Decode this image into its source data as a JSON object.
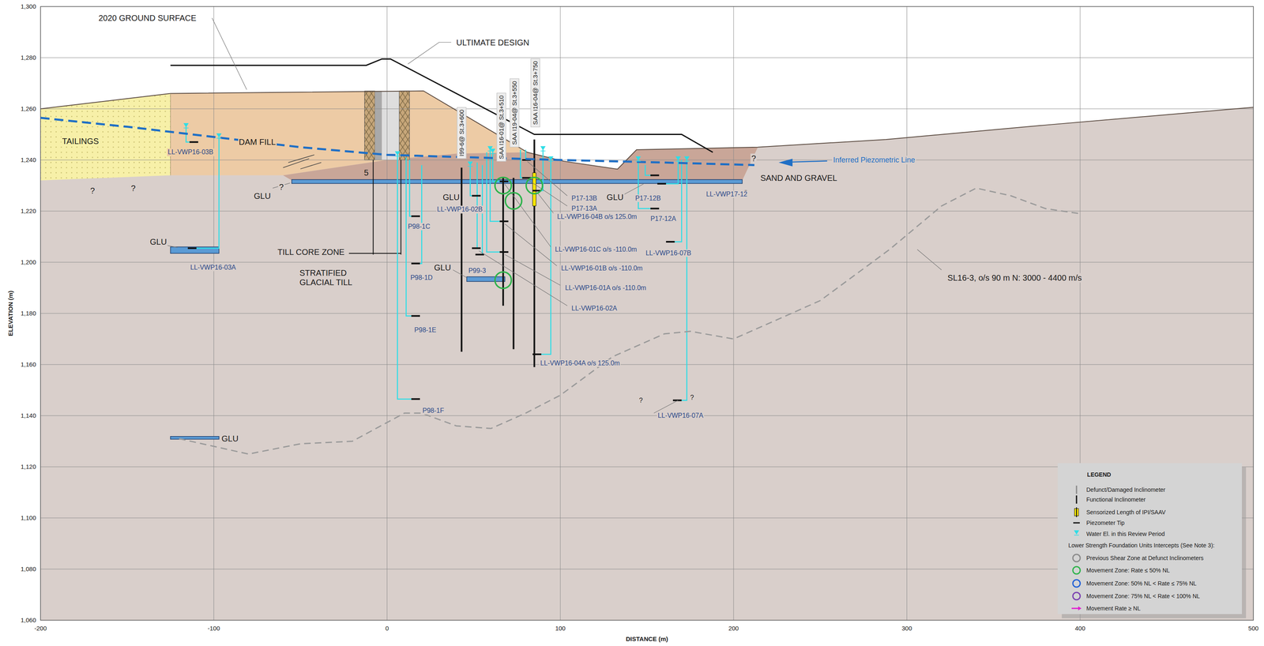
{
  "diagram": {
    "labels": [
      "1,300",
      "1,280",
      "1,260",
      "1,240",
      "1,220",
      "1,200",
      "1,180",
      "1,160",
      "1,140",
      "1,120",
      "1,100",
      "1,080",
      "1,060",
      "-200",
      "-100",
      "0",
      "100",
      "200",
      "300",
      "400",
      "500",
      "ELEVATION (m)",
      "DISTANCE (m)",
      "2020 GROUND SURFACE",
      "ULTIMATE DESIGN",
      "TAILINGS",
      "DAM FILL",
      "?",
      "?",
      "?",
      "GLU",
      "5",
      "GLU",
      "GLU",
      "GLU",
      "GLU",
      "GLU",
      "?",
      "?",
      "SAND AND GRAVEL",
      "Inferred Piezometric Line",
      "TILL CORE ZONE",
      "STRATIFIED GLACIAL TILL",
      "SL16-3, o/s 90 m N: 3000 - 4400 m/s",
      "I99-6@ St.3+600",
      "SAA I16-01@ St.3+510",
      "SAA I19-04@ St.3+550",
      "SAA I16-04@ St.3+750",
      "LL-VWP16-03B",
      "LL-VWP16-03A",
      "LL-VWP16-02B",
      "P98-1C",
      "P98-1D",
      "P98-1E",
      "P98-1F",
      "P99-3",
      "P17-13B",
      "P17-13A",
      "LL-VWP16-04B o/s 125.0m",
      "LL-VWP16-01C o/s -110.0m",
      "LL-VWP16-01B o/s -110.0m",
      "LL-VWP16-01A o/s -110.0m",
      "LL-VWP16-02A",
      "LL-VWP16-04A o/s 125.0m",
      "P17-12B",
      "P17-12A",
      "LL-VWP17-12",
      "LL-VWP16-07B",
      "LL-VWP16-07A",
      "?",
      "?",
      "LEGEND",
      "Lower Strength Foundation Units Intercepts (See Note 3):"
    ],
    "legend": [
      {
        "text": "Defunct/Damaged Inclinometer"
      },
      {
        "text": "Functional Inclinometer"
      },
      {
        "text": "Sensorized Length of IPI/SAAV",
        "color": "#ffe600"
      },
      {
        "text": "Piezometer Tip"
      },
      {
        "text": "Water El. in this Review Period"
      },
      {
        "text": "Previous Shear Zone at Defunct Inclinometers"
      },
      {
        "text": "Movement Zone: Rate ≤ 50% NL"
      },
      {
        "text": "Movement Zone: 50% NL < Rate ≤ 75% NL"
      },
      {
        "text": "Movement Zone: 75% NL < Rate < 100% NL"
      },
      {
        "text": "Movement Rate ≥ NL"
      }
    ]
  }
}
